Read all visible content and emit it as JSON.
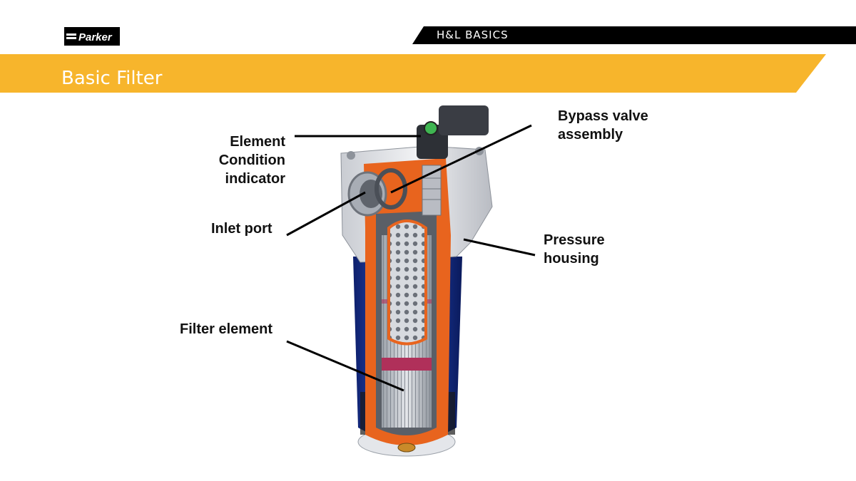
{
  "brand": {
    "logo_text": "Parker"
  },
  "header": {
    "section_tag": "H&L BASICS"
  },
  "slide": {
    "title": "Basic Filter"
  },
  "colors": {
    "accent": "#f7b52c",
    "bar": "#000000",
    "housing_blue": "#1f3f9a",
    "cutaway_orange": "#e8641e"
  },
  "callouts": {
    "element_condition": [
      "Element",
      "Condition",
      "indicator"
    ],
    "bypass_valve": [
      "Bypass valve",
      "assembly"
    ],
    "inlet_port": "Inlet port",
    "pressure_housing": [
      "Pressure",
      "housing"
    ],
    "filter_element": "Filter element"
  }
}
